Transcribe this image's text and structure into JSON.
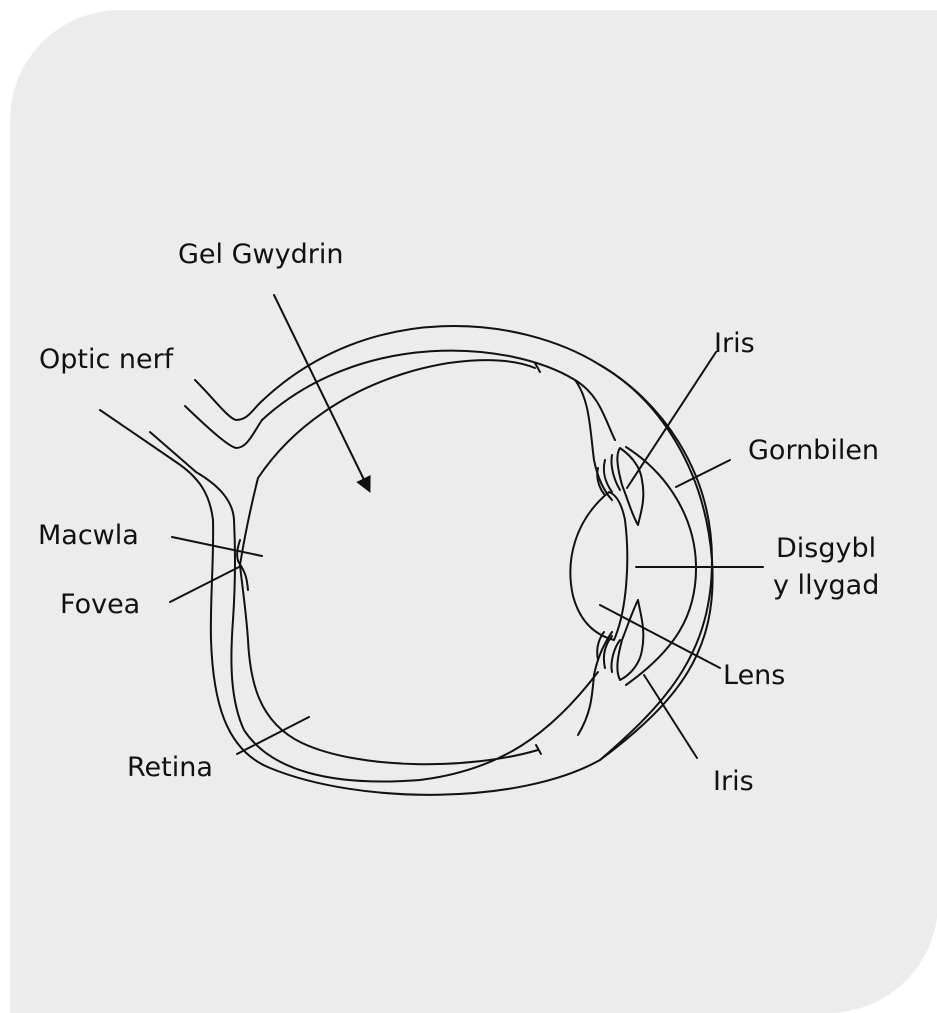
{
  "diagram": {
    "labels": {
      "gel_gwydrin": "Gel Gwydrin",
      "optic_nerf": "Optic nerf",
      "macwla": "Macwla",
      "fovea": "Fovea",
      "retina": "Retina",
      "iris_top": "Iris",
      "gornbilen": "Gornbilen",
      "disgybl_line1": "Disgybl",
      "disgybl_line2": "y llygad",
      "lens": "Lens",
      "iris_bottom": "Iris"
    },
    "colors": {
      "background": "#ececec",
      "line": "#111111"
    }
  }
}
